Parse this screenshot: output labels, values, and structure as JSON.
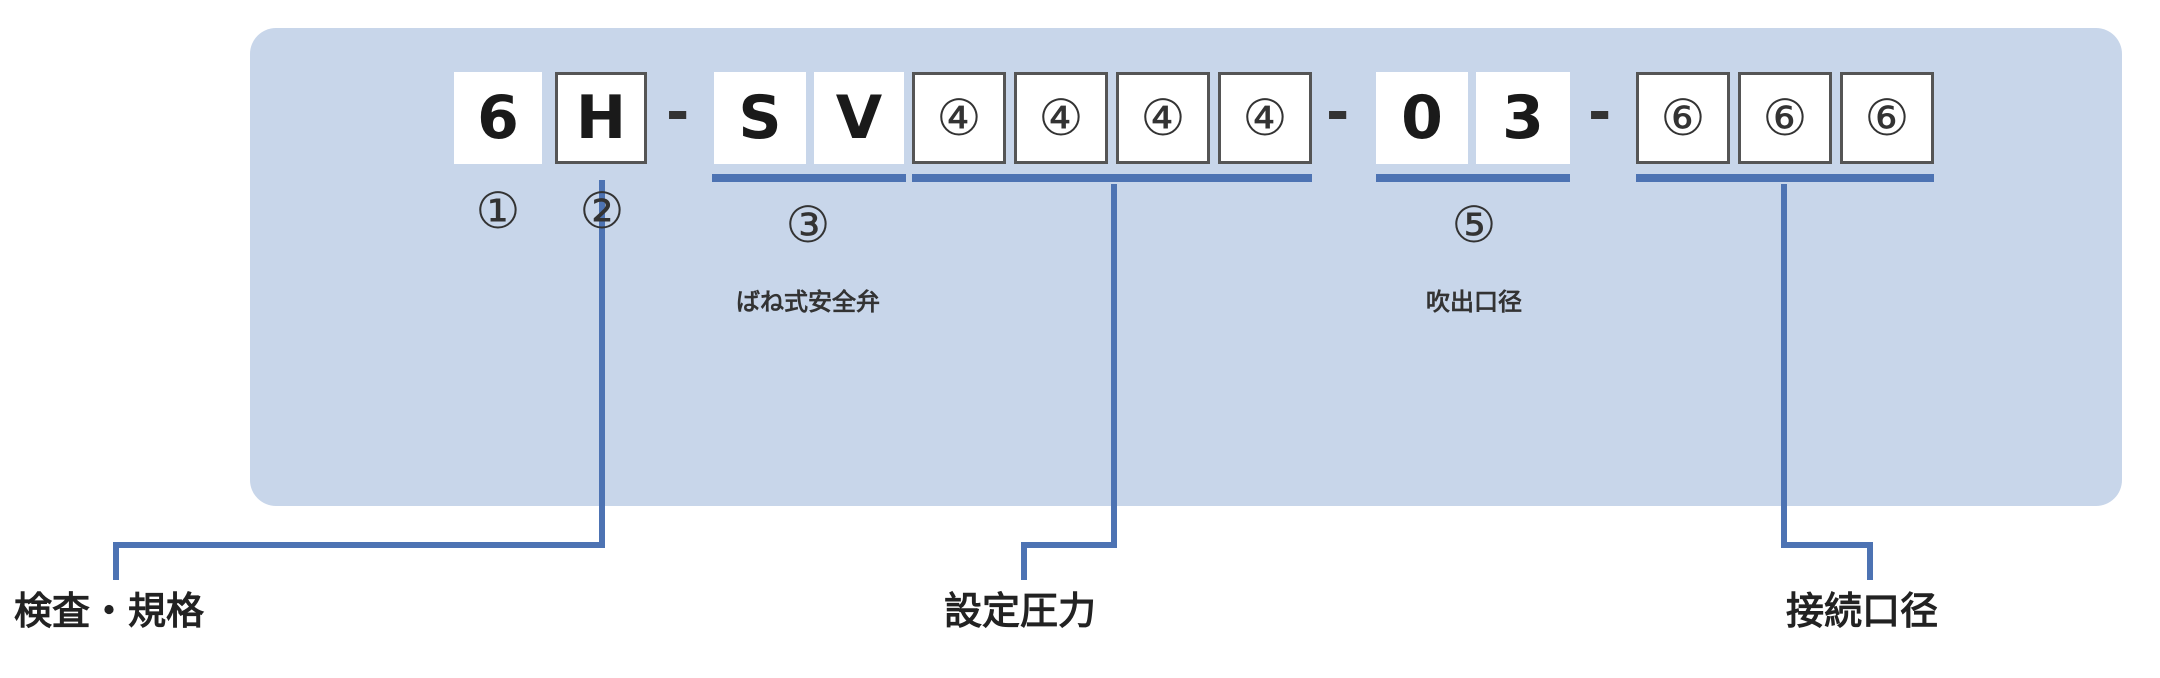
{
  "accent_color": "#4d73b3",
  "panel_color": "#c8d6ea",
  "code": {
    "char1": "6",
    "char2": "H",
    "dash1": "-",
    "char3": "S",
    "char4": "V",
    "p1": "④",
    "p2": "④",
    "p3": "④",
    "p4": "④",
    "dash2": "-",
    "char5": "0",
    "char6": "3",
    "dash3": "-",
    "c1": "⑥",
    "c2": "⑥",
    "c3": "⑥"
  },
  "labels": {
    "num1": "①",
    "num2": "②",
    "num3": "③",
    "num3_text": "ばね式安全弁",
    "num5": "⑤",
    "num5_text": "吹出口径"
  },
  "captions": {
    "inspection": "検査・規格",
    "pressure": "設定圧力",
    "connection": "接続口径"
  }
}
